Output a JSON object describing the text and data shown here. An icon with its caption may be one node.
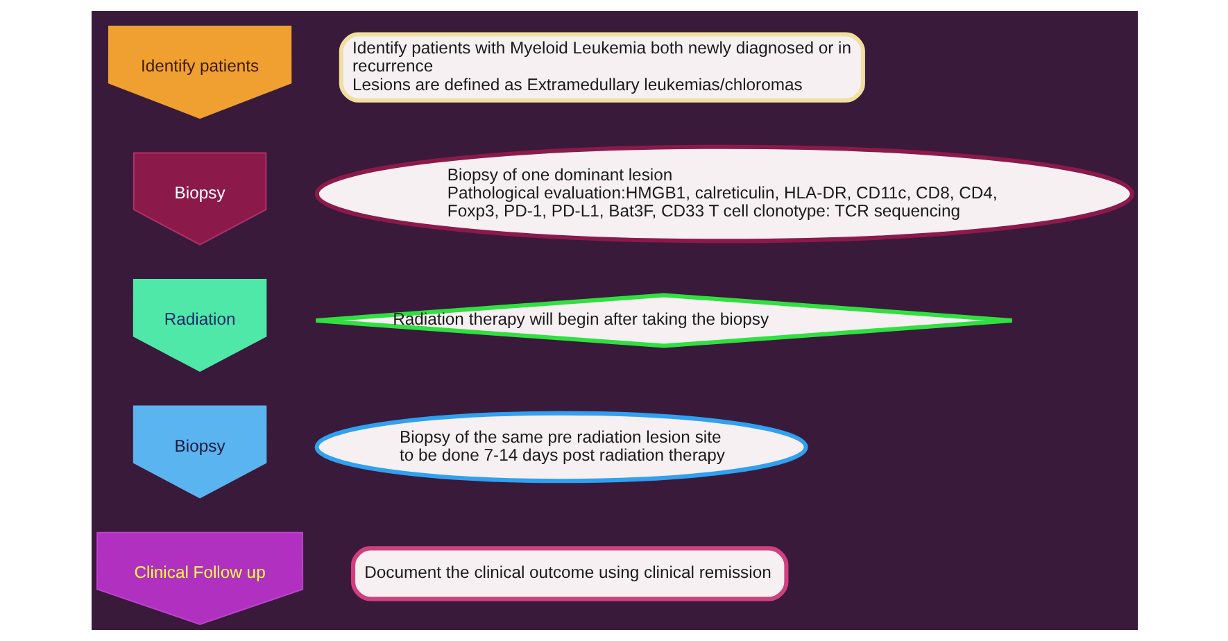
{
  "diagram": {
    "nodes": [
      {
        "text": [
          "Identify patients"
        ]
      },
      {
        "text": [
          "Biopsy"
        ]
      },
      {
        "text": [
          "Radiation"
        ]
      },
      {
        "text": [
          "Biopsy"
        ]
      },
      {
        "text": [
          "Clinical Follow up"
        ]
      },
      {
        "text": [
          "Identify patients with Myeloid Leukemia both newly diagnosed or in recurrence",
          "Lesions are defined as Extramedullary leukemias/chloromas"
        ]
      },
      {
        "text": [
          "Biopsy of one dominant lesion",
          "Pathological evaluation:HMGB1, calreticulin, HLA-DR, CD11c, CD8, CD4, Foxp3, PD-1, PD-L1, Bat3F, CD33 T cell clonotype: TCR sequencing"
        ]
      },
      {
        "text": [
          "Radiation therapy will begin after taking the biopsy"
        ]
      },
      {
        "text": [
          "Biopsy of the same pre radiation lesion site",
          "to be done 7-14 days post radiation therapy"
        ]
      },
      {
        "text": [
          "Document the clinical outcome using clinical remission"
        ]
      }
    ]
  }
}
